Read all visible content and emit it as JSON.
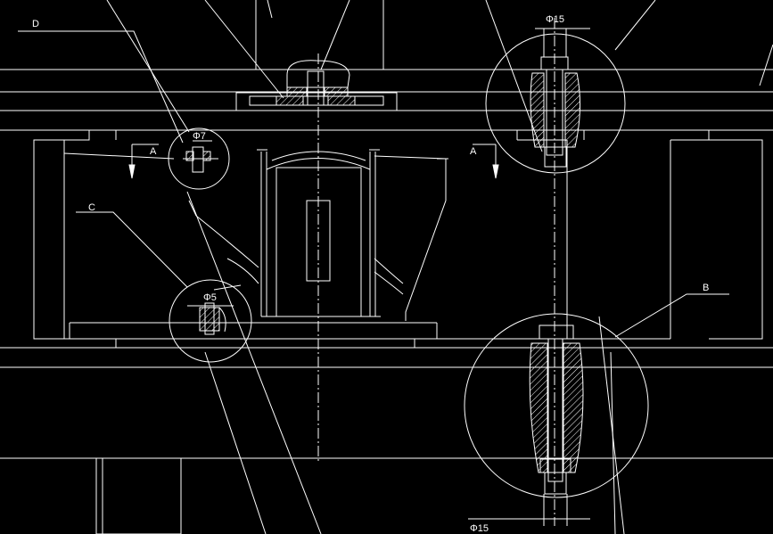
{
  "labels": {
    "D": "D",
    "C": "C",
    "B": "B",
    "A_left": "A",
    "A_right": "A"
  },
  "dimensions": {
    "phi7": "Φ7",
    "phi5": "Φ5",
    "phi15_top": "Φ15",
    "phi15_bottom": "Φ15"
  },
  "colors": {
    "background": "#000000",
    "line": "#ffffff"
  }
}
